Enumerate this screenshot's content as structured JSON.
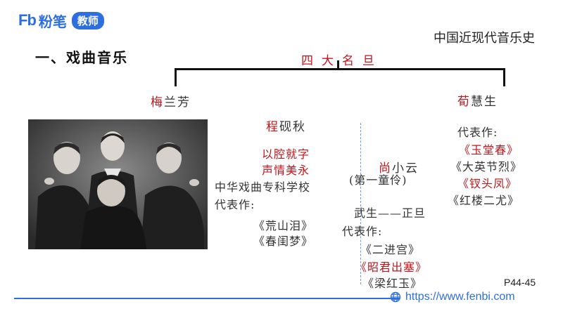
{
  "brand": {
    "logo_mark": "Fb",
    "logo_name": "粉笔",
    "logo_tag": "教师",
    "accent_color": "#2d6ee0"
  },
  "header": {
    "course_title": "中国近现代音乐史",
    "section_title": "一、戏曲音乐"
  },
  "group_title": "四大名旦",
  "performers": {
    "mei": {
      "name": "梅兰芳"
    },
    "xun": {
      "name": "荀慧生",
      "works_label": "代表作:",
      "works": [
        "《玉堂春》",
        "《大英节烈》",
        "《钗头凤》",
        "《红楼二尤》"
      ]
    },
    "cheng": {
      "name": "程砚秋",
      "feature_1": "以腔就字",
      "feature_2": "声情美永",
      "school": "中华戏曲专科学校",
      "works_label": "代表作:",
      "works": [
        "《荒山泪》",
        "《春闺梦》"
      ]
    },
    "shang": {
      "name": "尚小云",
      "note": "(第一童伶)",
      "role": "武生——正旦",
      "works_label": "代表作:",
      "works": [
        "《二进宫》",
        "《昭君出塞》",
        "《梁红玉》"
      ]
    }
  },
  "colors": {
    "highlight": "#c0151c",
    "text": "#333333"
  },
  "page_ref": "P44-45",
  "footer": {
    "url": "https://www.fenbi.com",
    "icon": "globe-icon"
  }
}
